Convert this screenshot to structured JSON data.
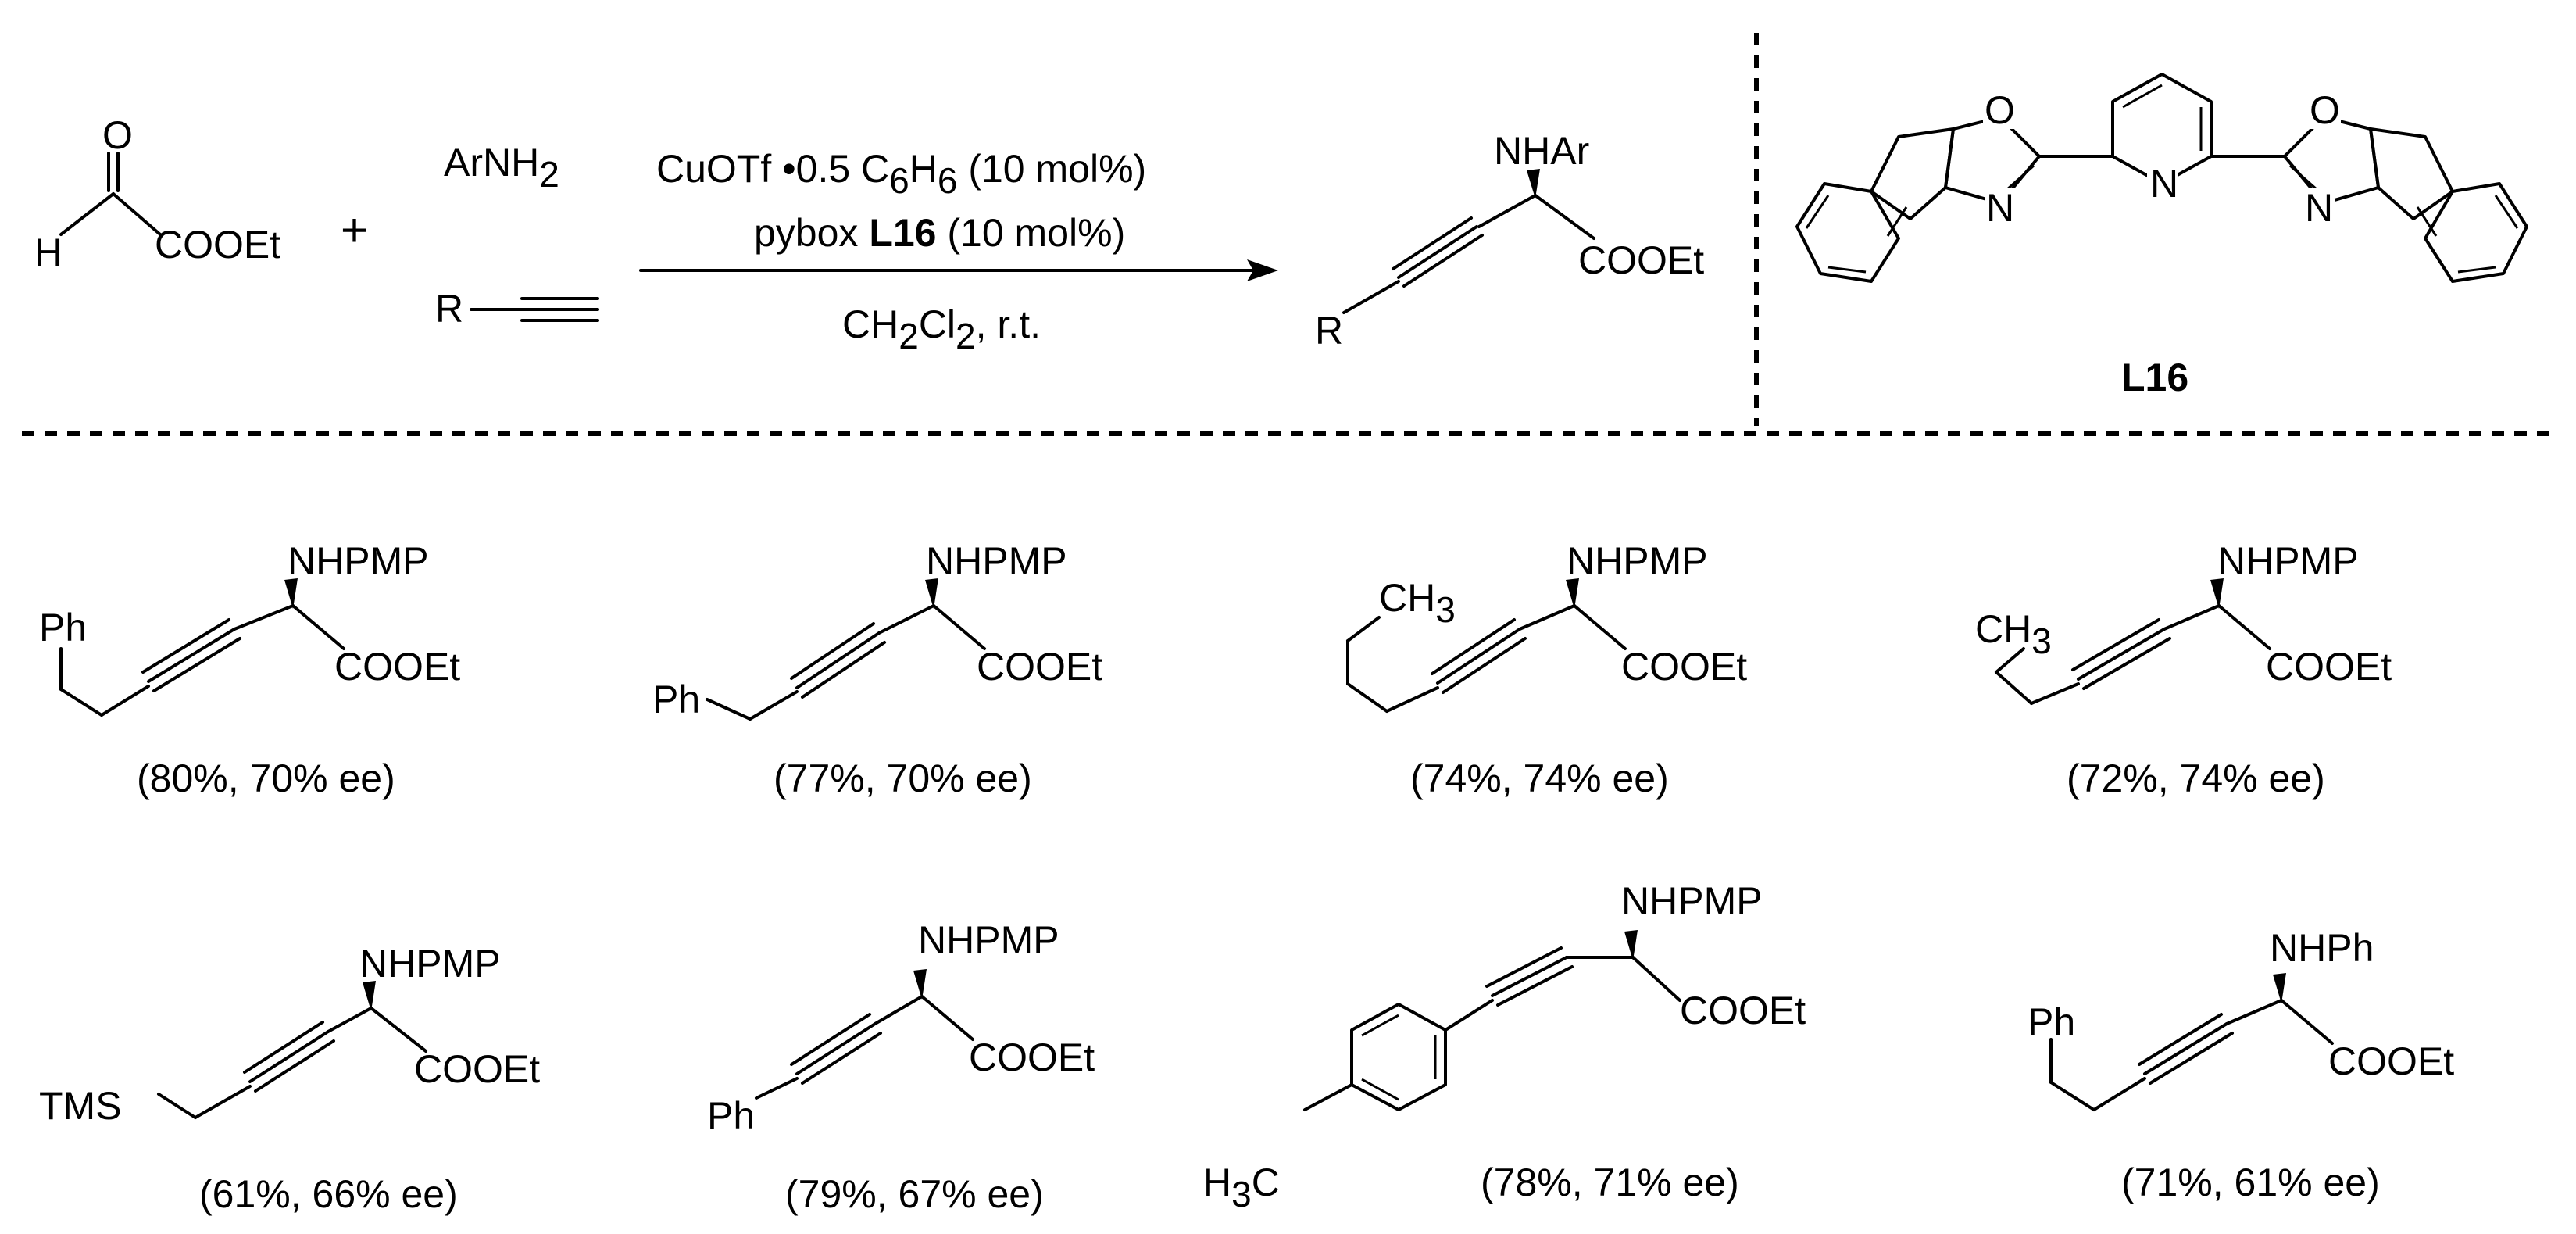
{
  "reaction": {
    "aldehyde_o": "O",
    "aldehyde_h": "H",
    "aldehyde_ester": "COOEt",
    "plus": "+",
    "amine_main": "ArNH",
    "amine_sub": "2",
    "alkyne_r": "R",
    "product_amine": "NHAr",
    "product_ester": "COOEt",
    "product_r": "R",
    "conditions": {
      "catalyst_a": "CuOTf •0.5 C",
      "catalyst_sub1": "6",
      "catalyst_b": "H",
      "catalyst_sub2": "6",
      "catalyst_c": " (10  mol%)",
      "ligand_a": "pybox ",
      "ligand_bold": "L16",
      "ligand_c": " (10 mol%)",
      "solvent_a": "CH",
      "solvent_sub1": "2",
      "solvent_b": "Cl",
      "solvent_sub2": "2",
      "solvent_c": ", r.t."
    }
  },
  "ligand": {
    "label": "L16",
    "atom_o": "O",
    "atom_n": "N"
  },
  "products": [
    {
      "amine": "NHPMP",
      "ester": "COOEt",
      "sub": "Ph",
      "yield": "(80%,  70% ee)"
    },
    {
      "amine": "NHPMP",
      "ester": "COOEt",
      "sub": "Ph",
      "yield": "(77%, 70% ee)"
    },
    {
      "amine": "NHPMP",
      "ester": "COOEt",
      "sub_main": "CH",
      "sub_sub": "3",
      "yield": "(74%,  74% ee)"
    },
    {
      "amine": "NHPMP",
      "ester": "COOEt",
      "sub_main": "CH",
      "sub_sub": "3",
      "yield": "(72%,  74% ee)"
    },
    {
      "amine": "NHPMP",
      "ester": "COOEt",
      "sub": "TMS",
      "yield": "(61%,  66% ee)"
    },
    {
      "amine": "NHPMP",
      "ester": "COOEt",
      "sub": "Ph",
      "yield": "(79%,  67% ee)"
    },
    {
      "amine": "NHPMP",
      "ester": "COOEt",
      "sub_main": "H",
      "sub_sub": "3",
      "sub_tail": "C",
      "yield": "(78%,  71% ee)"
    },
    {
      "amine": "NHPh",
      "ester": "COOEt",
      "sub": "Ph",
      "yield": "(71%,  61% ee)"
    }
  ]
}
